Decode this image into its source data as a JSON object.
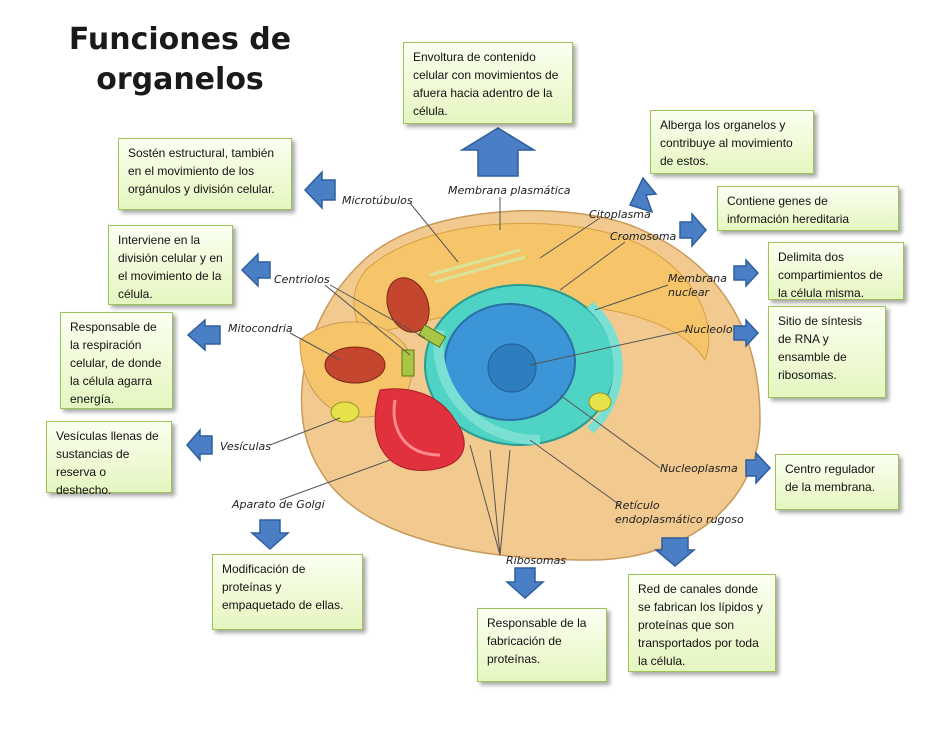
{
  "title": {
    "line1": "Funciones de",
    "line2": "organelos"
  },
  "colors": {
    "arrow": "#4a7fc6",
    "arrow_stroke": "#2e5e9e",
    "box_fill": "#e5f6c0",
    "box_border": "#9cc25a",
    "cell_outer": "#f2c98e",
    "cytoplasm": "#f6c56a",
    "nucleus_outer": "#4fd3c4",
    "nucleus_inner": "#3c95d6"
  },
  "cell_labels": {
    "microtubulos": "Microtúbulos",
    "membrana_plasmatica": "Membrana plasmática",
    "citoplasma": "Citoplasma",
    "cromosoma": "Cromosoma",
    "centriolos": "Centriolos",
    "membrana_nuclear_1": "Membrana",
    "membrana_nuclear_2": "nuclear",
    "mitocondria": "Mitocondria",
    "nucleolo": "Nucleolo",
    "vesiculas": "Vesículas",
    "nucleoplasma": "Nucleoplasma",
    "aparato_golgi": "Aparato de Golgi",
    "reticulo_1": "Retículo",
    "reticulo_2": "endoplasmático rugoso",
    "ribosomas": "Ribosomas"
  },
  "boxes": {
    "membrana": "Envoltura de contenido celular con movimientos de afuera hacia adentro de la célula.",
    "citoplasma": "Alberga los organelos y contribuye al movimiento de estos.",
    "cromosoma": "Contiene genes de información hereditaria",
    "membrana_nuclear": "Delimita dos compartimientos de la célula misma.",
    "nucleolo": "Sitio de síntesis de RNA y ensamble de ribosomas.",
    "nucleoplasma": "Centro regulador de la membrana.",
    "reticulo": "Red de canales donde se fabrican los lípidos y proteínas que son transportados por toda la célula.",
    "ribosomas": "Responsable de la fabricación de proteínas.",
    "golgi": "Modificación de proteínas y empaquetado de ellas.",
    "vesiculas": "Vesículas llenas de sustancias de reserva o deshecho.",
    "mitocondria": "Responsable de la respiración celular, de donde la célula agarra energía.",
    "centriolos": "Interviene en la división celular y en el movimiento de la célula.",
    "microtubulos": "Sostén estructural, también en el movimiento de los orgánulos y división celular."
  }
}
